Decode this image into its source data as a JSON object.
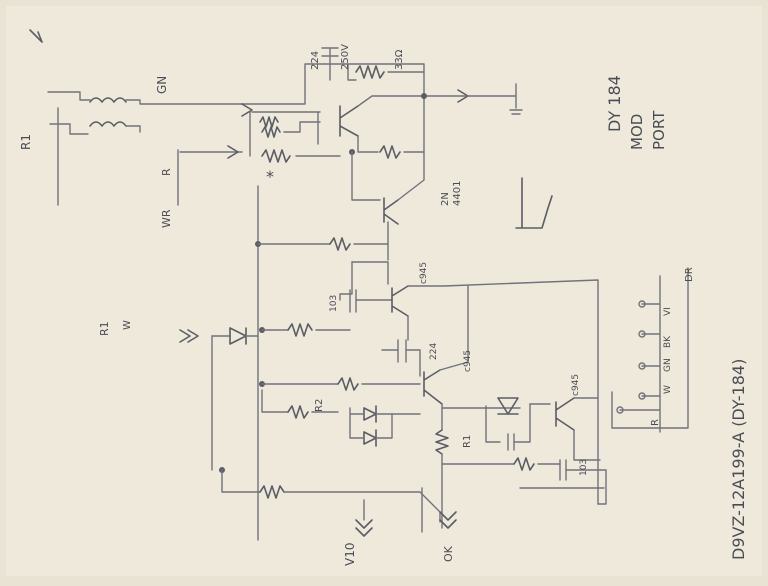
{
  "labels": {
    "l_r1": "R1",
    "l_gn": "GN",
    "l_224": "224",
    "l_250v": "250V",
    "l_33": "33Ω",
    "l_wr": "WR",
    "l_r": "R",
    "l_star": "*",
    "l_2n": "2N",
    "l_4401": "4401",
    "l_dy184": "DY 184",
    "l_mod": "MOD",
    "l_port": "PORT",
    "l_r1b": "R1",
    "l_w": "W",
    "l_103a": "103",
    "l_c945a": "c945",
    "l_224b": "224",
    "l_c945b": "c945",
    "l_r2": "R2",
    "l_r1c": "R1",
    "l_c945c": "c945",
    "l_103b": "103",
    "l_v10": "V10",
    "l_ok": "OK",
    "l_title": "D9VZ-12A199-A (DY-184)",
    "pins": [
      "R",
      "W",
      "GN",
      "BK",
      "VI",
      "DR"
    ]
  },
  "colors": {
    "paper": "#e9e3d4",
    "ink": "#5a5d66"
  }
}
